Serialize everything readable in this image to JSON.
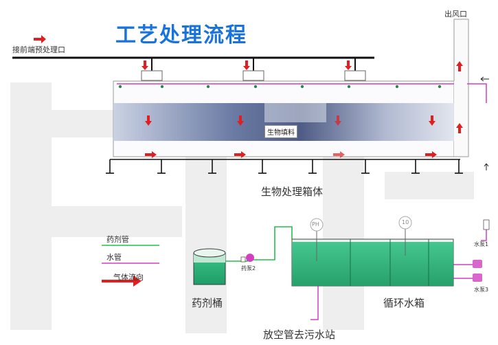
{
  "title": "工艺处理流程",
  "labels": {
    "inlet": "接前端预处理口",
    "outlet": "出风口",
    "packing": "生物填料",
    "bio_box": "生物处理箱体",
    "pump2": "药泵2",
    "pump1": "水泵1",
    "pump3": "水泵3",
    "chem_tank": "药剂桶",
    "circ_tank": "循环水箱",
    "vent": "放空管去污水站",
    "ph": "PH",
    "orp": "10"
  },
  "legend": {
    "chem_pipe": "药剂管",
    "water_pipe": "水管",
    "gas_flow": "气体流向"
  },
  "colors": {
    "title": "#1a73d9",
    "chem_pipe": "#22c04a",
    "water_pipe": "#d040c0",
    "gas_flow": "#e02020",
    "tank_water": "#2bb57a"
  }
}
